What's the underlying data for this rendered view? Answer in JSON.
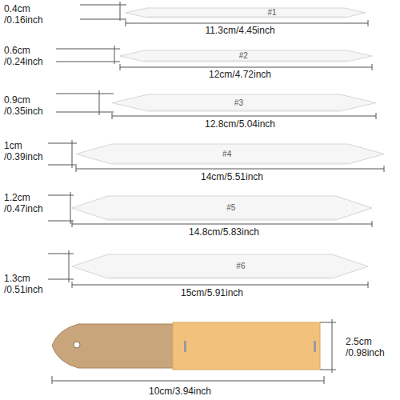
{
  "diagram": {
    "nodes": [
      {
        "text": [
          "#1"
        ]
      },
      {
        "text": [
          "#2"
        ]
      },
      {
        "text": [
          "#3"
        ]
      },
      {
        "text": [
          "#4"
        ]
      },
      {
        "text": [
          "#5"
        ]
      },
      {
        "text": [
          "#6"
        ]
      }
    ],
    "labels": [
      "0.4cm /0.16inch",
      "11.3cm/4.45inch",
      "0.6cm /0.24inch",
      "12cm/4.72inch",
      "0.9cm /0.35inch",
      "12.8cm/5.04inch",
      "1cm /0.39inch",
      "14cm/5.51inch",
      "1.2cm /0.47inch",
      "14.8cm/5.83inch",
      "1.3cm /0.51inch",
      "15cm/5.91inch",
      "2.5cm /0.98inch",
      "10cm/3.94inch"
    ]
  }
}
